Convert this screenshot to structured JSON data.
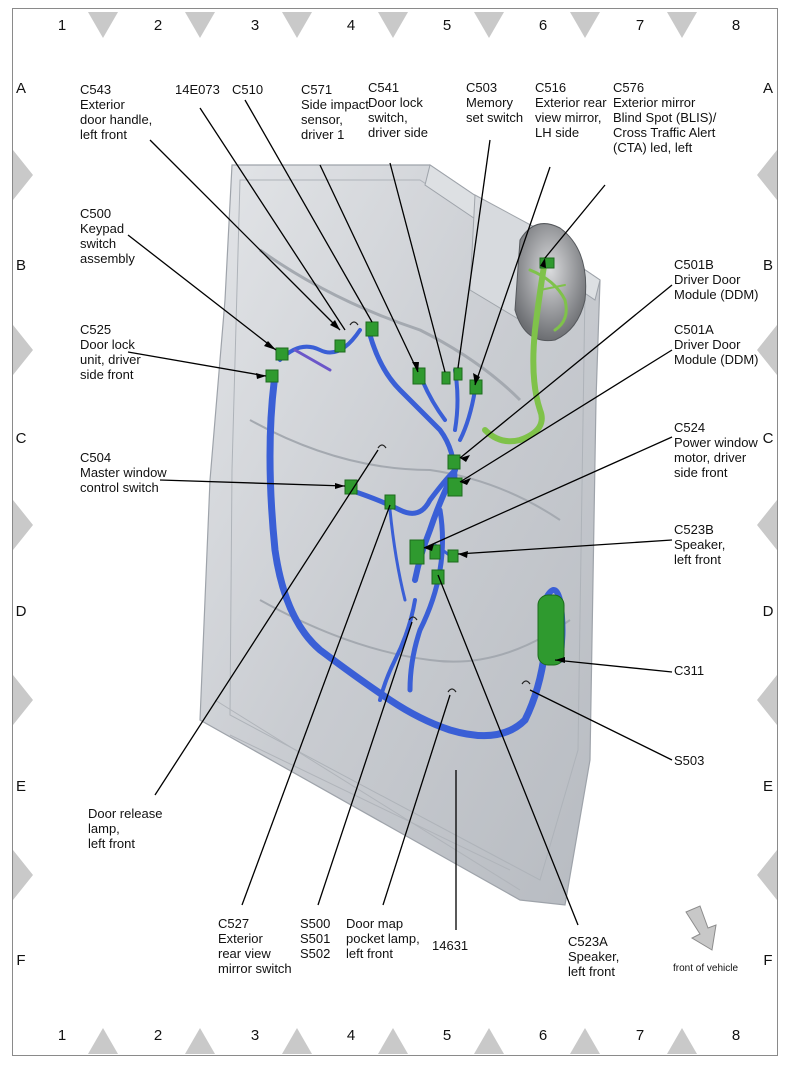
{
  "grid": {
    "columns": [
      "1",
      "2",
      "3",
      "4",
      "5",
      "6",
      "7",
      "8"
    ],
    "rows": [
      "A",
      "B",
      "C",
      "D",
      "E",
      "F"
    ]
  },
  "labels": {
    "c543": "C543\nExterior\ndoor handle,\nleft front",
    "e073": "14E073",
    "c510": "C510",
    "c571": "C571\nSide impact\nsensor,\ndriver 1",
    "c541": "C541\nDoor lock\nswitch,\ndriver side",
    "c503": "C503\nMemory\nset switch",
    "c516": "C516\nExterior rear\nview mirror,\nLH side",
    "c576": "C576\nExterior mirror\nBlind Spot (BLIS)/\nCross Traffic Alert\n(CTA) led, left",
    "c500": "C500\nKeypad\nswitch\nassembly",
    "c501b": "C501B\nDriver Door\nModule (DDM)",
    "c525": "C525\nDoor lock\nunit, driver\nside front",
    "c501a": "C501A\nDriver Door\nModule (DDM)",
    "c504": "C504\nMaster window\ncontrol switch",
    "c524": "C524\nPower window\nmotor, driver\nside front",
    "c523b": "C523B\nSpeaker,\nleft front",
    "c311": "C311",
    "s503": "S503",
    "door_release": "Door release\nlamp,\nleft front",
    "c527": "C527\nExterior\nrear view\nmirror switch",
    "s500": "S500\nS501\nS502",
    "door_map": "Door map\npocket lamp,\nleft front",
    "n14631": "14631",
    "c523a": "C523A\nSpeaker,\nleft front"
  },
  "front_of_vehicle": "front of vehicle",
  "colors": {
    "harness_blue": "#3a5fd6",
    "harness_green": "#7fc24a",
    "connector_green": "#2f9a2f",
    "door_gray": "#cfd2d6",
    "marker_gray": "#c9c9c9"
  }
}
